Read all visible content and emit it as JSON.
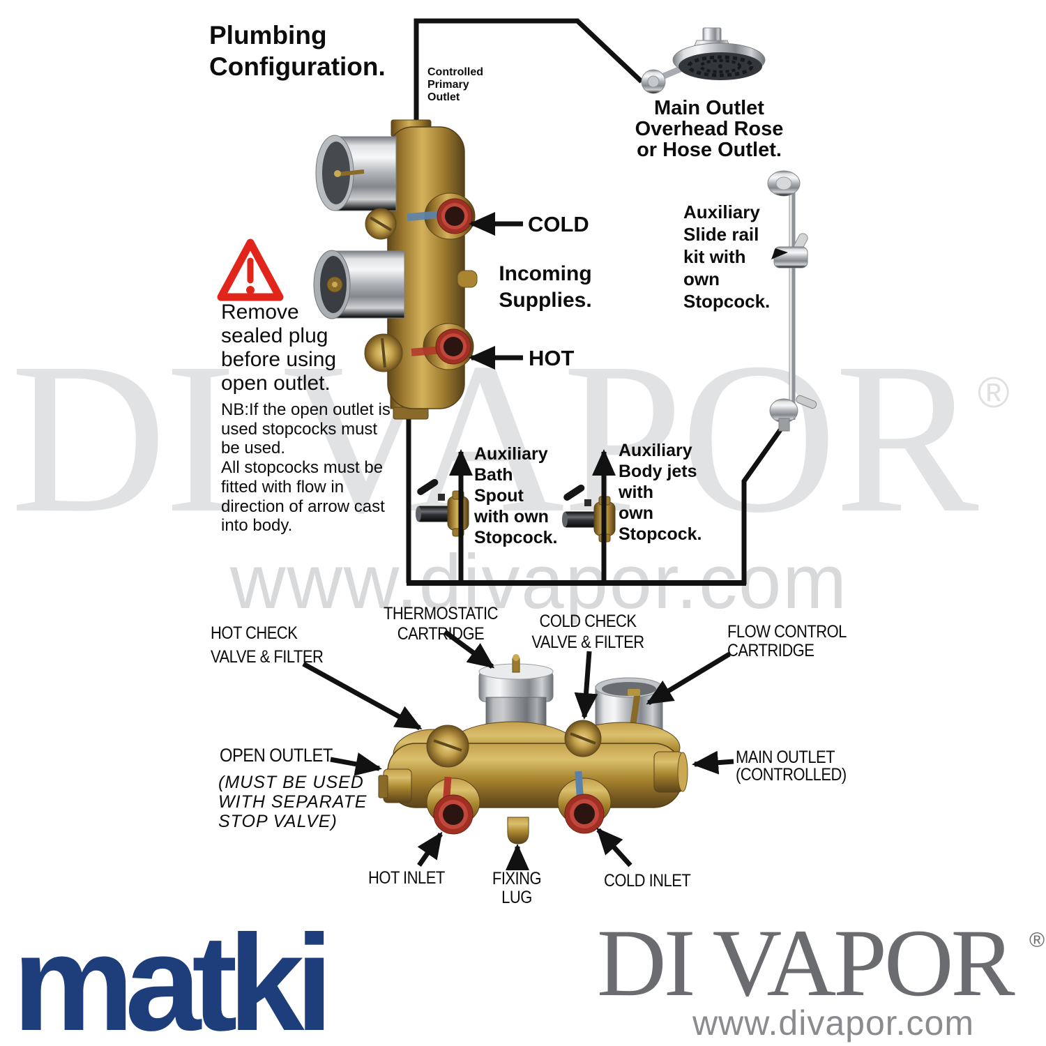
{
  "colors": {
    "warning_red": "#e1251b",
    "matki_blue": "#1e3d7b",
    "divapor_gray": "#6b6c70",
    "watermark_gray": "#e1e2e4",
    "brass": "#a9862f",
    "chrome": "#c9ccce",
    "port_red": "#a03024",
    "line_black": "#111111"
  },
  "top": {
    "title": "Plumbing\nConfiguration.",
    "controlled_primary_outlet": "Controlled\nPrimary\nOutlet",
    "main_outlet": "Main Outlet\nOverhead Rose\nor Hose Outlet.",
    "cold": "COLD",
    "incoming_supplies": "Incoming\nSupplies.",
    "hot": "HOT",
    "aux_slide_rail": "Auxiliary\nSlide rail\nkit with\nown\nStopcock.",
    "warning_text": "Remove\nsealed plug\nbefore using\nopen outlet.",
    "warning_note": "NB:If the open outlet is\nused stopcocks must\nbe used.\nAll stopcocks must be\nfitted with flow in\ndirection of arrow cast\ninto body.",
    "aux_bath_spout": "Auxiliary\nBath\nSpout\nwith own\nStopcock.",
    "aux_body_jets": "Auxiliary\nBody jets\nwith\nown\nStopcock."
  },
  "bottom": {
    "hot_check": "HOT CHECK\nVALVE & FILTER",
    "thermostatic": "THERMOSTATIC\nCARTRIDGE",
    "cold_check": "COLD CHECK\nVALVE & FILTER",
    "flow_control": "FLOW CONTROL\nCARTRIDGE",
    "open_outlet": "OPEN OUTLET",
    "open_outlet_note": "(MUST BE USED\nWITH SEPARATE\nSTOP VALVE)",
    "hot_inlet": "HOT INLET",
    "fixing_lug": "FIXING\nLUG",
    "cold_inlet": "COLD INLET",
    "main_outlet_controlled": "MAIN OUTLET\n(CONTROLLED)"
  },
  "watermark": {
    "name": "DI VAPOR",
    "registered": "®",
    "url": "www.divapor.com"
  },
  "branding": {
    "matki_logo": "matki",
    "divapor_name": "DI VAPOR",
    "registered": "®",
    "divapor_url": "www.divapor.com"
  }
}
